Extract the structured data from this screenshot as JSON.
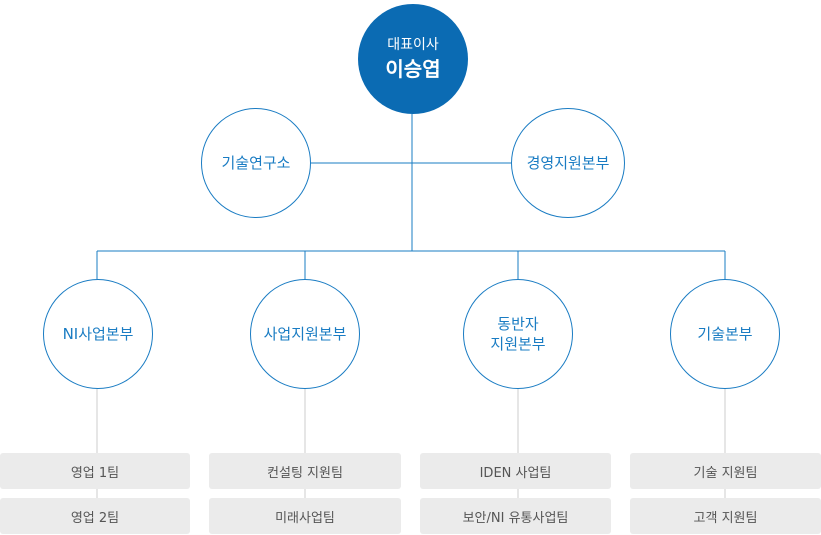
{
  "ceo": {
    "role": "대표이사",
    "name": "이승엽"
  },
  "staff": {
    "left": "기술연구소",
    "right": "경영지원본부"
  },
  "divisions": [
    {
      "label": "NI사업본부",
      "teams": [
        "영업 1팀",
        "영업 2팀"
      ]
    },
    {
      "label": "사업지원본부",
      "teams": [
        "컨설팅 지원팀",
        "미래사업팀"
      ]
    },
    {
      "label_lines": [
        "동반자",
        "지원본부"
      ],
      "teams": [
        "IDEN 사업팀",
        "보안/NI 유통사업팀"
      ]
    },
    {
      "label": "기술본부",
      "teams": [
        "기술 지원팀",
        "고객 지원팀"
      ]
    }
  ],
  "colors": {
    "primary": "#0b6bb3",
    "accent": "#1a7cc3",
    "team_bg": "#ebebeb",
    "team_text": "#555555",
    "connector_light": "#cccccc"
  }
}
